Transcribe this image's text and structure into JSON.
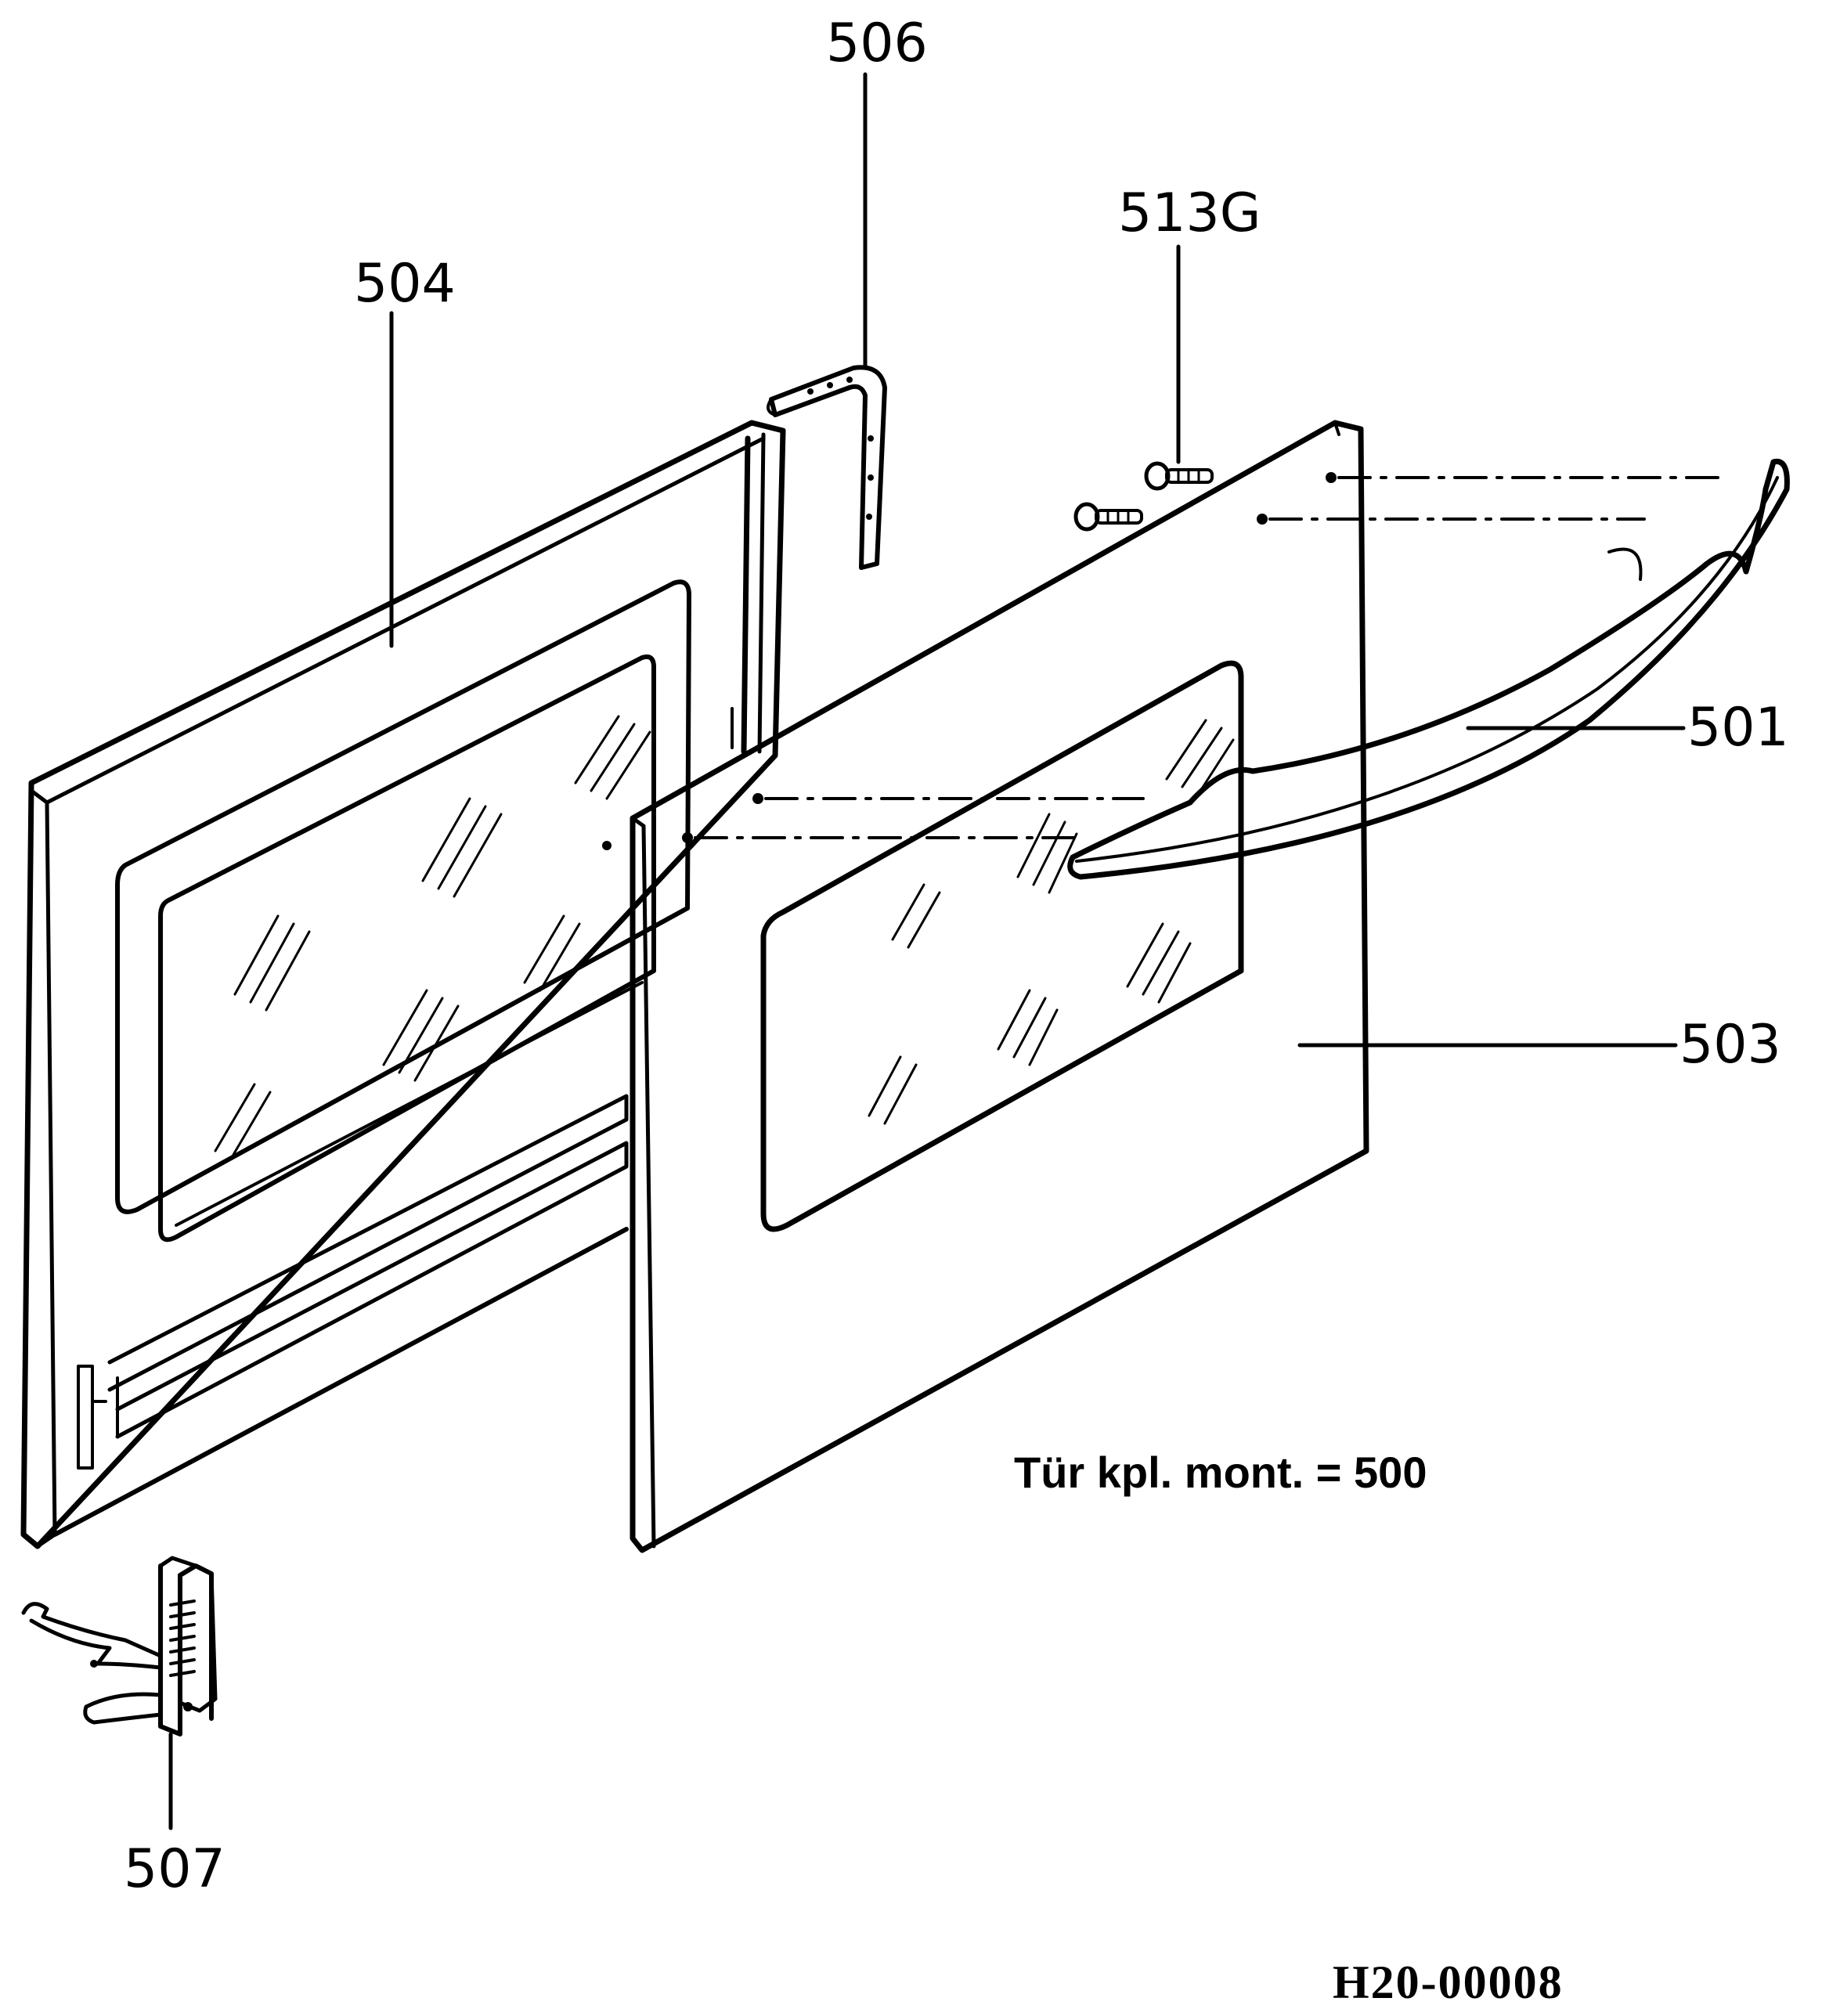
{
  "labels": {
    "part_501": "501",
    "part_503": "503",
    "part_504": "504",
    "part_506": "506",
    "part_507": "507",
    "part_513g": "513G"
  },
  "note": "Tür kpl. mont. = 500",
  "drawing_code": "H20-00008"
}
